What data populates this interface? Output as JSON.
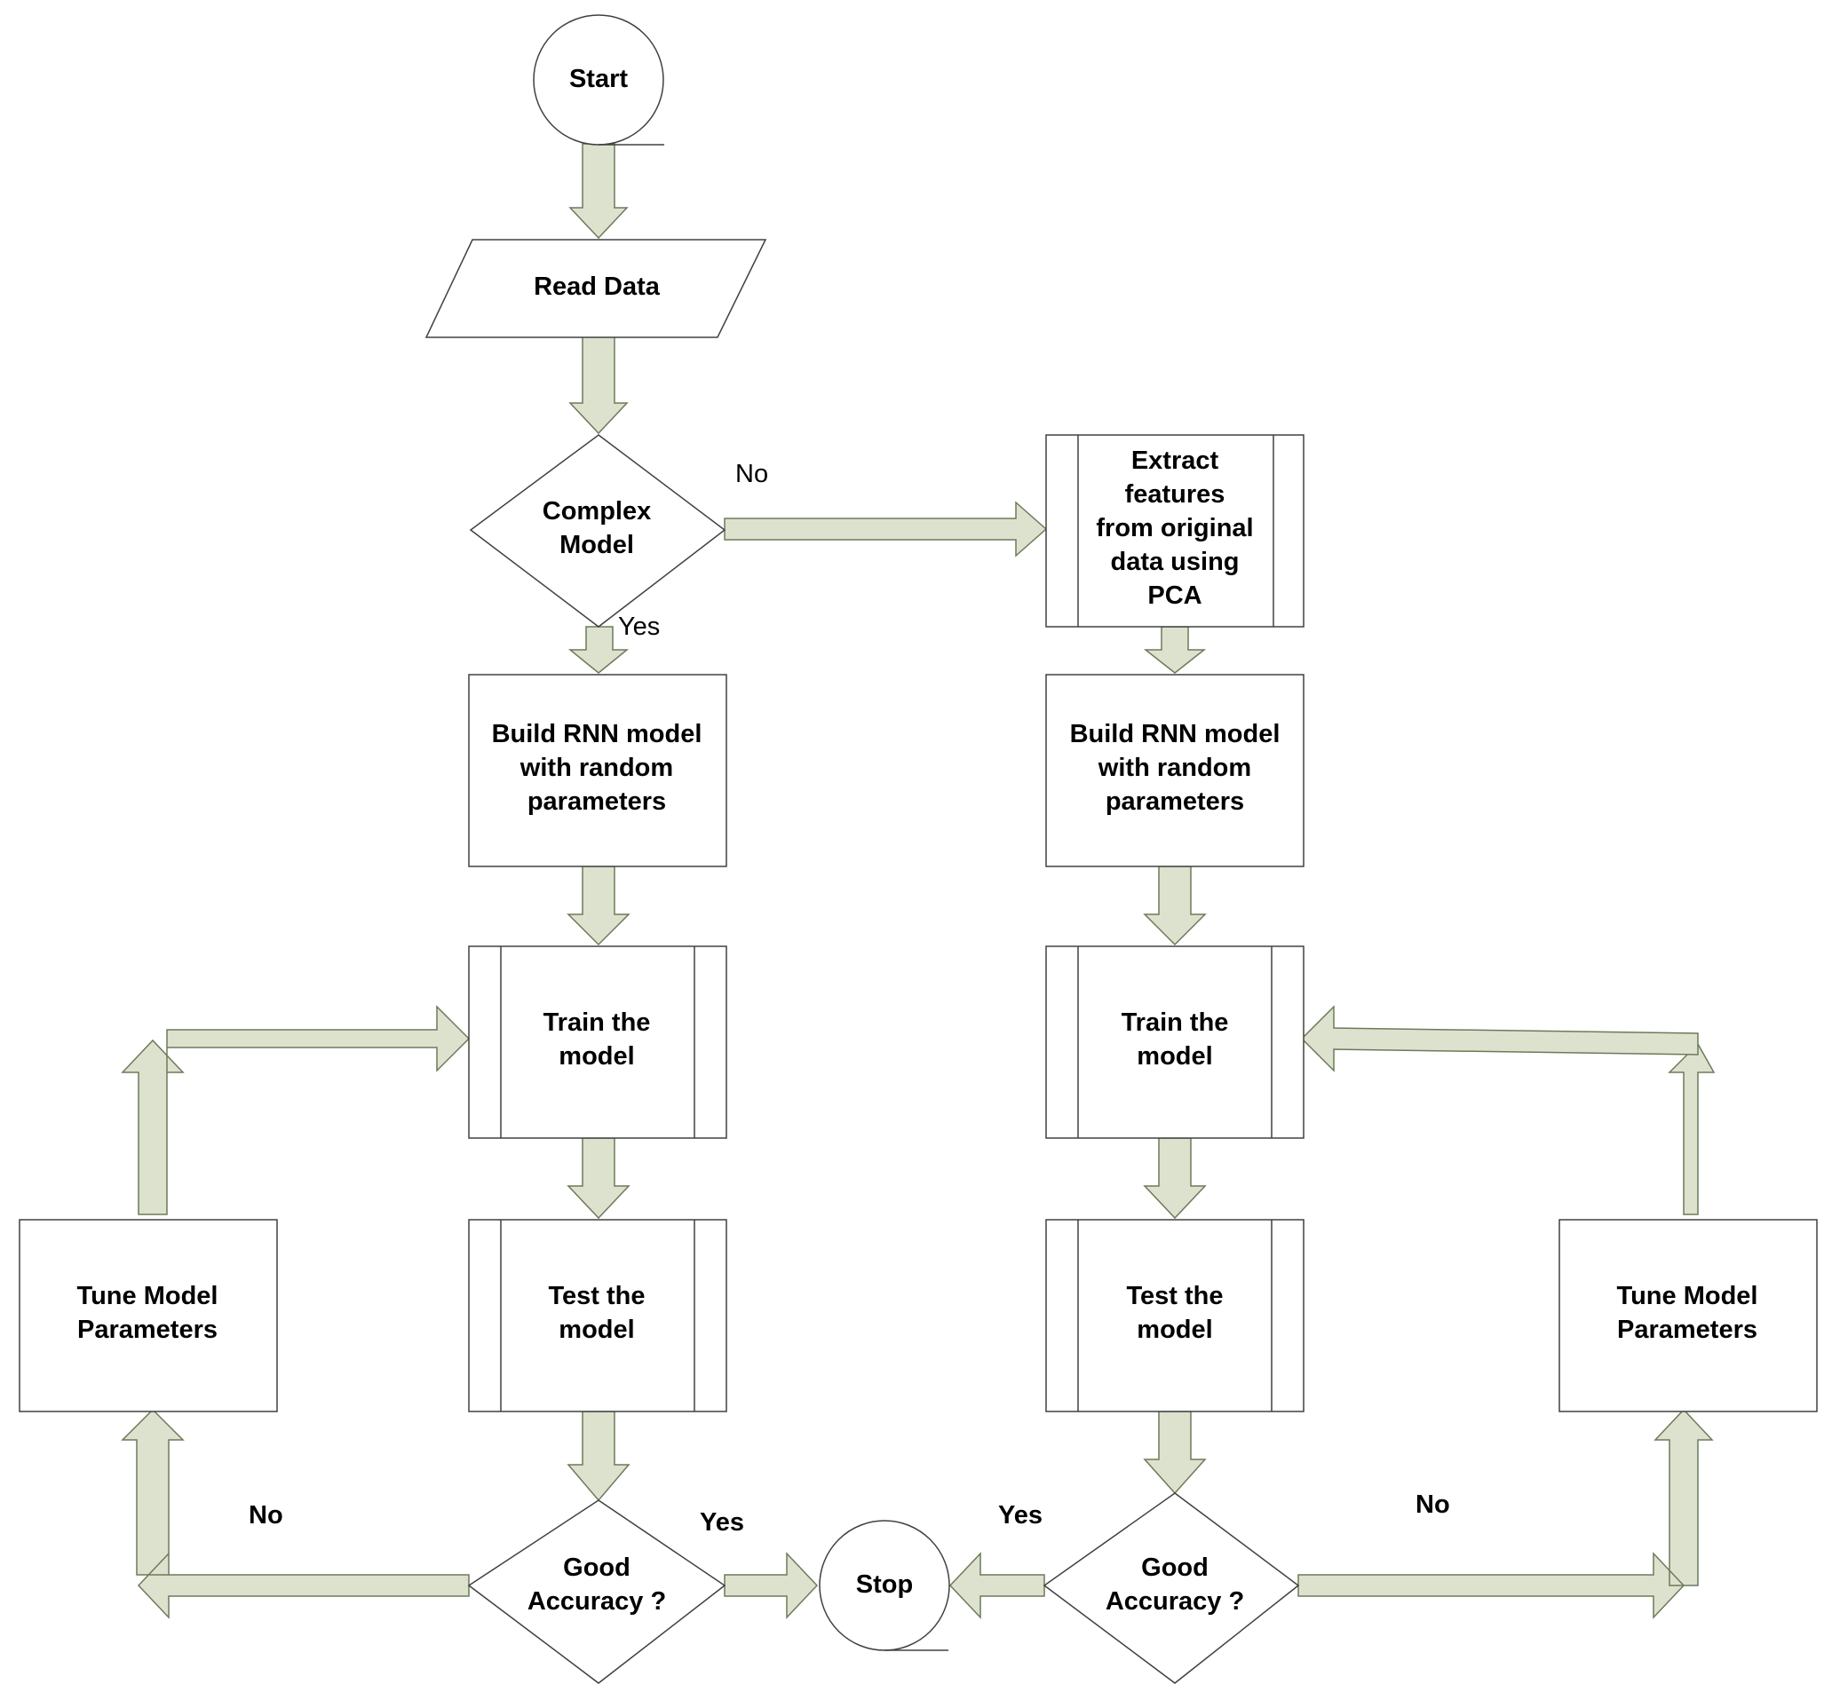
{
  "nodes": {
    "start": [
      "Start"
    ],
    "read_data": [
      "Read Data"
    ],
    "complex_model": [
      "Complex",
      "Model"
    ],
    "extract_features": [
      "Extract",
      "features",
      "from original",
      "data using",
      "PCA"
    ],
    "build_left": [
      "Build RNN model",
      "with random",
      "parameters"
    ],
    "build_right": [
      "Build RNN model",
      "with random",
      "parameters"
    ],
    "train_left": [
      "Train the",
      "model"
    ],
    "train_right": [
      "Train the",
      "model"
    ],
    "test_left": [
      "Test the",
      "model"
    ],
    "test_right": [
      "Test the",
      "model"
    ],
    "tune_left": [
      "Tune Model",
      "Parameters"
    ],
    "tune_right": [
      "Tune Model",
      "Parameters"
    ],
    "accuracy_left": [
      "Good",
      "Accuracy ?"
    ],
    "accuracy_right": [
      "Good",
      "Accuracy ?"
    ],
    "stop": [
      "Stop"
    ]
  },
  "branches": {
    "complex_no": "No",
    "complex_yes": "Yes",
    "left_no": "No",
    "left_yes": "Yes",
    "right_yes": "Yes",
    "right_no": "No"
  },
  "colors": {
    "arrow_fill": "#dde2cf",
    "arrow_stroke": "#6d7a58",
    "shape_stroke": "#404040",
    "shape_fill": "#ffffff"
  }
}
